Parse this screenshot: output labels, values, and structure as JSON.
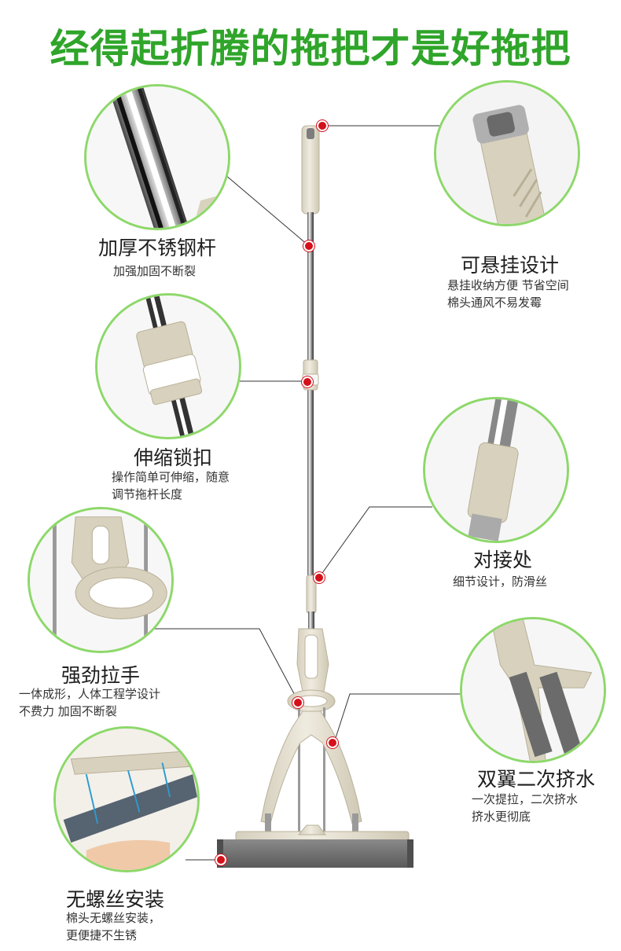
{
  "header": {
    "title": "经得起折腾的拖把才是好拖把"
  },
  "features": [
    {
      "id": "steel-rod",
      "title": "加厚不锈钢杆",
      "desc": "加强加固不断裂"
    },
    {
      "id": "hang",
      "title": "可悬挂设计",
      "desc": "悬挂收纳方便 节省空间\n棉头通风不易发霉"
    },
    {
      "id": "lock",
      "title": "伸缩锁扣",
      "desc": "操作简单可伸缩，随意\n调节拖杆长度"
    },
    {
      "id": "joint",
      "title": "对接处",
      "desc": "细节设计，防滑丝"
    },
    {
      "id": "handle",
      "title": "强劲拉手",
      "desc": "一体成形，人体工程学设计\n不费力 加固不断裂"
    },
    {
      "id": "wings",
      "title": "双翼二次挤水",
      "desc": "一次提拉，二次挤水\n挤水更彻底"
    },
    {
      "id": "screwless",
      "title": "无螺丝安装",
      "desc": "棉头无螺丝安装，\n更便捷不生锈"
    }
  ],
  "colors": {
    "title_green": "#2fa52a",
    "circle_border": "#8dd86a",
    "marker_red": "#d4101a",
    "plastic_beige": "#e6e1d2",
    "sponge_gray": "#707070"
  }
}
